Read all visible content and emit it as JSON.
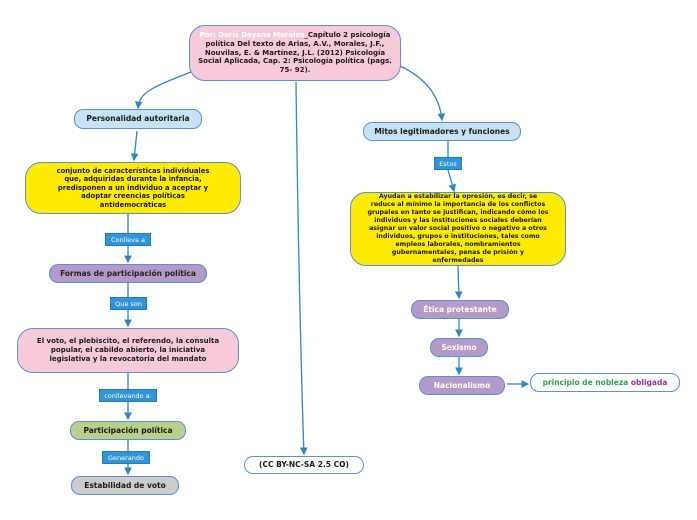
{
  "root": {
    "author": "Por: Doris Dayana Morales",
    "title": "_Capítulo 2 psicología política Del texto de Arias, A.V., Morales, J.F., Nouvilas, E. & Martínez, J.L. (2012) Psicología Social Aplicada, Cap. 2: Psicología política (pags. 75- 92)."
  },
  "left": {
    "personalidad": "Personalidad autoritaria",
    "conjunto": "conjunto de características individuales que, adquiridas durante la infancia, predisponen a un individuo a aceptar y adoptar creencias políticas antidemocráticas",
    "tag_conlleva": "Conlleva a",
    "formas": "Formas de participación política",
    "tag_queson": "Que son",
    "voto": "El voto, el plebiscito, el referendo, la consulta popular, el cabildo abierto, la iniciativa legislativa y la revocatoria del mandato",
    "tag_conllevando": "conllevando a:",
    "participacion": "Participación política",
    "tag_generando": "Generando",
    "estabilidad": "Estabilidad de voto"
  },
  "center": {
    "license": "(CC BY-NC-SA 2.5 CO)"
  },
  "right": {
    "mitos": "Mitos legitimadores y funciones",
    "tag_estos": "Estos",
    "ayudan": "Ayudan a estabilizar la opresión, es decir, se reduce al mínimo la importancia de los conflictos grupales en tanto se justifican, indicando cómo los individuos y las instituciones sociales deberían asignar un valor social positivo o negativo a otros individuos, grupos o instituciones, tales como empleos laborales, nombramientos gubernamentales, penas de prisión y enfermedades",
    "etica": "Ética protestante",
    "sexismo": "Sexismo",
    "nacionalismo": "Nacionalismo",
    "principio_a": "principio de nobleza",
    "principio_b": " obligada"
  },
  "colors": {
    "line": "#2f86c8",
    "tag": "#2f95d6"
  }
}
